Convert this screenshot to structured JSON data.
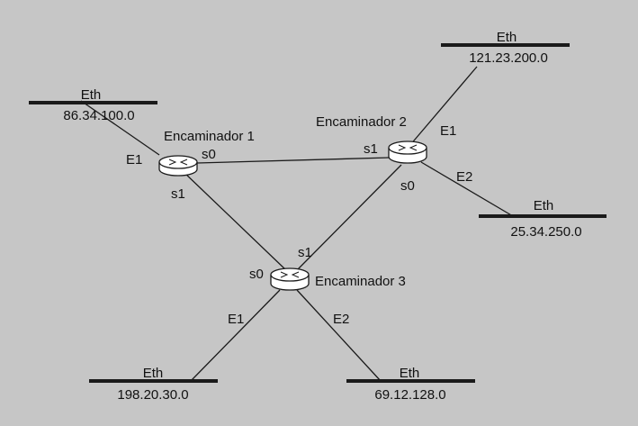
{
  "colors": {
    "background": "#c6c6c6",
    "line": "#1a1a1a",
    "router_fill": "#ffffff"
  },
  "networks": [
    {
      "id": "net-86",
      "type": "Eth",
      "address": "86.34.100.0"
    },
    {
      "id": "net-121",
      "type": "Eth",
      "address": "121.23.200.0"
    },
    {
      "id": "net-25",
      "type": "Eth",
      "address": "25.34.250.0"
    },
    {
      "id": "net-198",
      "type": "Eth",
      "address": "198.20.30.0"
    },
    {
      "id": "net-69",
      "type": "Eth",
      "address": "69.12.128.0"
    }
  ],
  "routers": [
    {
      "id": "r1",
      "name": "Encaminador 1"
    },
    {
      "id": "r2",
      "name": "Encaminador 2"
    },
    {
      "id": "r3",
      "name": "Encaminador 3"
    }
  ],
  "links": [
    {
      "from": "r1",
      "to": "r2",
      "label_from": "s0",
      "label_to": "s1"
    },
    {
      "from": "r1",
      "to": "r3",
      "label_from": "s1",
      "label_to": "s0"
    },
    {
      "from": "r2",
      "to": "r3",
      "label_from": "s0",
      "label_to": "s1"
    },
    {
      "from": "r1",
      "to": "net-86",
      "label_from": "E1"
    },
    {
      "from": "r2",
      "to": "net-121",
      "label_from": "E1"
    },
    {
      "from": "r2",
      "to": "net-25",
      "label_from": "E2"
    },
    {
      "from": "r3",
      "to": "net-198",
      "label_from": "E1"
    },
    {
      "from": "r3",
      "to": "net-69",
      "label_from": "E2"
    }
  ]
}
